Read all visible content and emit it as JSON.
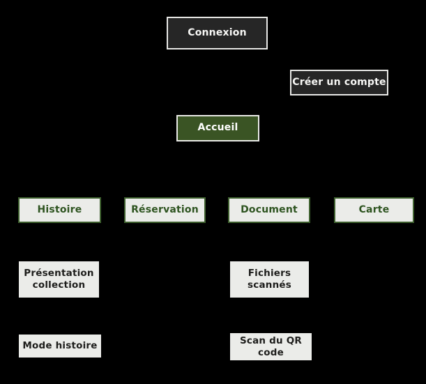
{
  "diagram": {
    "title": "app-navigation-flowchart",
    "background_color": "#000000",
    "colors": {
      "dark_node_fill": "#262626",
      "dark_node_border": "#e9e9e7",
      "dark_node_text": "#f7f7f5",
      "green_node_fill": "#3a5424",
      "outline_node_fill": "#ebece9",
      "outline_node_border": "#3f612f",
      "outline_node_text": "#2e5420",
      "plain_node_fill": "#ebece9",
      "plain_node_text": "#1d1d1b",
      "connector": "#000000"
    },
    "nodes": [
      {
        "id": "connexion",
        "label": "Connexion",
        "style": "dark"
      },
      {
        "id": "creer-compte",
        "label": "Créer un compte",
        "style": "dark"
      },
      {
        "id": "accueil",
        "label": "Accueil",
        "style": "green"
      },
      {
        "id": "histoire",
        "label": "Histoire",
        "style": "outline"
      },
      {
        "id": "reservation",
        "label": "Réservation",
        "style": "outline"
      },
      {
        "id": "document",
        "label": "Document",
        "style": "outline"
      },
      {
        "id": "carte",
        "label": "Carte",
        "style": "outline"
      },
      {
        "id": "presentation-collection",
        "label": "Présentation collection",
        "style": "plain"
      },
      {
        "id": "fichiers-scannes",
        "label": "Fichiers scannés",
        "style": "plain"
      },
      {
        "id": "mode-histoire",
        "label": "Mode histoire",
        "style": "plain"
      },
      {
        "id": "scan-qr-code",
        "label": "Scan du QR code",
        "style": "plain"
      }
    ],
    "edges": [
      {
        "from": "connexion",
        "to": "accueil"
      },
      {
        "from": "connexion",
        "to": "creer-compte"
      },
      {
        "from": "creer-compte",
        "to": "accueil"
      },
      {
        "from": "accueil",
        "to": "histoire"
      },
      {
        "from": "accueil",
        "to": "reservation"
      },
      {
        "from": "accueil",
        "to": "document"
      },
      {
        "from": "accueil",
        "to": "carte"
      },
      {
        "from": "histoire",
        "to": "presentation-collection"
      },
      {
        "from": "presentation-collection",
        "to": "mode-histoire"
      },
      {
        "from": "document",
        "to": "fichiers-scannes"
      },
      {
        "from": "fichiers-scannes",
        "to": "scan-qr-code"
      }
    ]
  }
}
